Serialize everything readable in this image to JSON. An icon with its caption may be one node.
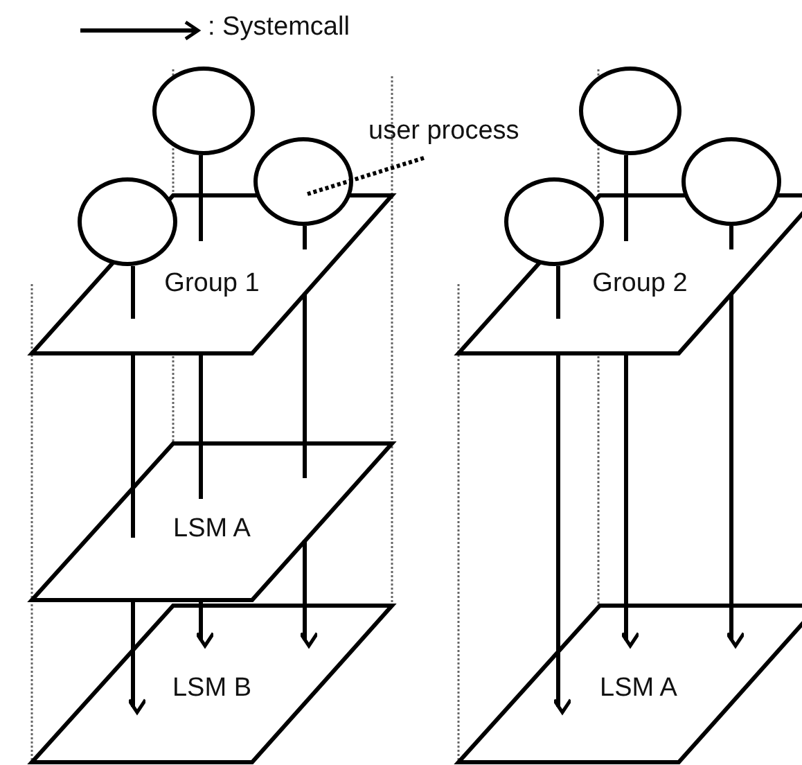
{
  "diagram": {
    "nodes": [
      {
        "text": [
          "Group 1"
        ]
      },
      {
        "text": [],
        "shape": "circle"
      },
      {
        "text": [],
        "shape": "circle"
      },
      {
        "text": [],
        "shape": "circle"
      },
      {
        "text": [
          "LSM A"
        ]
      },
      {
        "text": [
          "LSM B"
        ]
      },
      {
        "text": [
          "Group 2"
        ]
      },
      {
        "text": [],
        "shape": "circle"
      },
      {
        "text": [],
        "shape": "circle"
      },
      {
        "text": [],
        "shape": "circle"
      },
      {
        "text": [
          "LSM A"
        ]
      },
      {
        "text": [
          "user process"
        ]
      }
    ],
    "edges": [
      {
        "from": 1,
        "to": 0,
        "arrow": "none"
      },
      {
        "from": 2,
        "to": 0,
        "arrow": "none"
      },
      {
        "from": 3,
        "to": 0,
        "arrow": "none"
      },
      {
        "from": 0,
        "to": 4,
        "arrow": "none"
      },
      {
        "from": 0,
        "to": 4,
        "arrow": "none"
      },
      {
        "from": 0,
        "to": 4,
        "arrow": "none"
      },
      {
        "from": 4,
        "to": 5,
        "arrow": "to"
      },
      {
        "from": 4,
        "to": 5,
        "arrow": "to"
      },
      {
        "from": 4,
        "to": 5,
        "arrow": "to"
      },
      {
        "from": 7,
        "to": 6,
        "arrow": "none"
      },
      {
        "from": 8,
        "to": 6,
        "arrow": "none"
      },
      {
        "from": 9,
        "to": 6,
        "arrow": "none"
      },
      {
        "from": 6,
        "to": 10,
        "arrow": "to"
      },
      {
        "from": 6,
        "to": 10,
        "arrow": "to"
      },
      {
        "from": 6,
        "to": 10,
        "arrow": "to"
      },
      {
        "from": 11,
        "to": 3,
        "arrow": "none",
        "style": "dashed"
      }
    ],
    "legend": [
      {
        "text": ": Systemcall"
      }
    ]
  }
}
